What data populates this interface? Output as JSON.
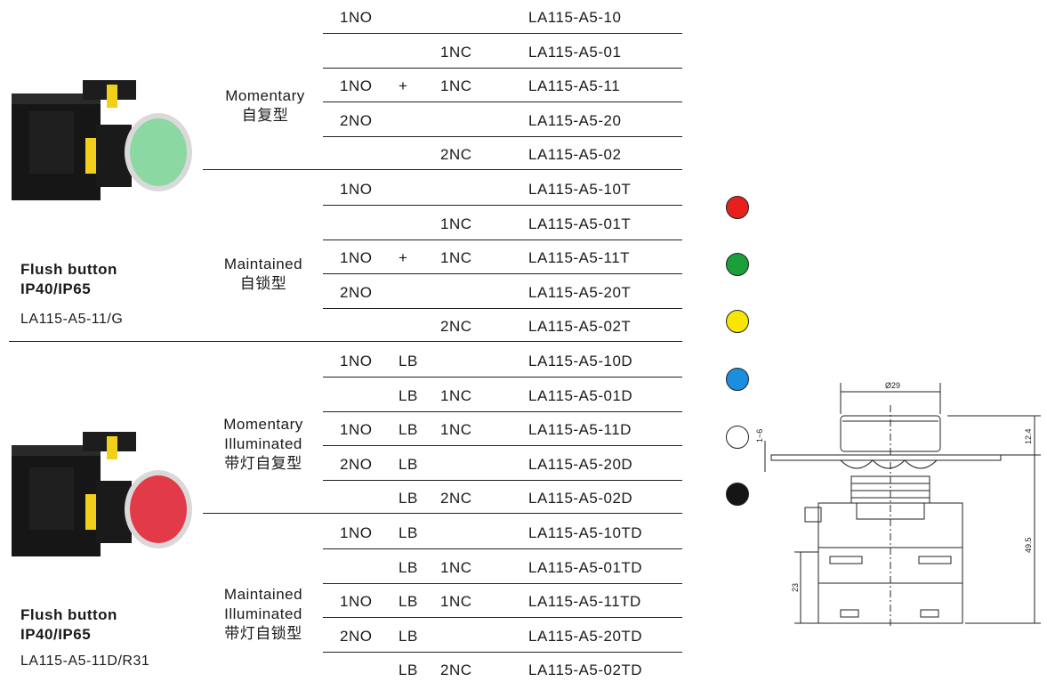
{
  "products": [
    {
      "title_line1": "Flush button",
      "title_line2": "IP40/IP65",
      "model": "LA115-A5-11/G",
      "button_color": "#6fd08a"
    },
    {
      "title_line1": "Flush button",
      "title_line2": "IP40/IP65",
      "model": "LA115-A5-11D/R31",
      "button_color": "#e0283c"
    }
  ],
  "groups": [
    {
      "label_lines": [
        "Momentary",
        "自复型"
      ]
    },
    {
      "label_lines": [
        "Maintained",
        "自锁型"
      ]
    },
    {
      "label_lines": [
        "Momentary",
        "Illuminated",
        "带灯自复型"
      ]
    },
    {
      "label_lines": [
        "Maintained",
        "Illuminated",
        "带灯自锁型"
      ]
    }
  ],
  "rows": [
    {
      "c1": "1NO",
      "c2": "",
      "c3": "",
      "model": "LA115-A5-10"
    },
    {
      "c1": "",
      "c2": "",
      "c3": "1NC",
      "model": "LA115-A5-01"
    },
    {
      "c1": "1NO",
      "c2": "+",
      "c3": "1NC",
      "model": "LA115-A5-11"
    },
    {
      "c1": "2NO",
      "c2": "",
      "c3": "",
      "model": "LA115-A5-20"
    },
    {
      "c1": "",
      "c2": "",
      "c3": "2NC",
      "model": "LA115-A5-02"
    },
    {
      "c1": "1NO",
      "c2": "",
      "c3": "",
      "model": "LA115-A5-10T"
    },
    {
      "c1": "",
      "c2": "",
      "c3": "1NC",
      "model": "LA115-A5-01T"
    },
    {
      "c1": "1NO",
      "c2": "+",
      "c3": "1NC",
      "model": "LA115-A5-11T"
    },
    {
      "c1": "2NO",
      "c2": "",
      "c3": "",
      "model": "LA115-A5-20T"
    },
    {
      "c1": "",
      "c2": "",
      "c3": "2NC",
      "model": "LA115-A5-02T"
    },
    {
      "c1": "1NO",
      "c2": "LB",
      "c3": "",
      "model": "LA115-A5-10D"
    },
    {
      "c1": "",
      "c2": "LB",
      "c3": "1NC",
      "model": "LA115-A5-01D"
    },
    {
      "c1": "1NO",
      "c2": "LB",
      "c3": "1NC",
      "model": "LA115-A5-11D"
    },
    {
      "c1": "2NO",
      "c2": "LB",
      "c3": "",
      "model": "LA115-A5-20D"
    },
    {
      "c1": "",
      "c2": "LB",
      "c3": "2NC",
      "model": "LA115-A5-02D"
    },
    {
      "c1": "1NO",
      "c2": "LB",
      "c3": "",
      "model": "LA115-A5-10TD"
    },
    {
      "c1": "",
      "c2": "LB",
      "c3": "1NC",
      "model": "LA115-A5-01TD"
    },
    {
      "c1": "1NO",
      "c2": "LB",
      "c3": "1NC",
      "model": "LA115-A5-11TD"
    },
    {
      "c1": "2NO",
      "c2": "LB",
      "c3": "",
      "model": "LA115-A5-20TD"
    },
    {
      "c1": "",
      "c2": "LB",
      "c3": "2NC",
      "model": "LA115-A5-02TD"
    }
  ],
  "color_swatches": [
    {
      "name": "red",
      "color": "#e8201d"
    },
    {
      "name": "green",
      "color": "#1aa03a"
    },
    {
      "name": "yellow",
      "color": "#f7e600"
    },
    {
      "name": "blue",
      "color": "#1c8ee0"
    },
    {
      "name": "white",
      "color": "#ffffff"
    },
    {
      "name": "black",
      "color": "#151515"
    }
  ],
  "dimensions": {
    "diameter": "Ø29",
    "panel": "1~6",
    "cap_height": "12.4",
    "total_height": "49.5",
    "base_height": "23"
  }
}
